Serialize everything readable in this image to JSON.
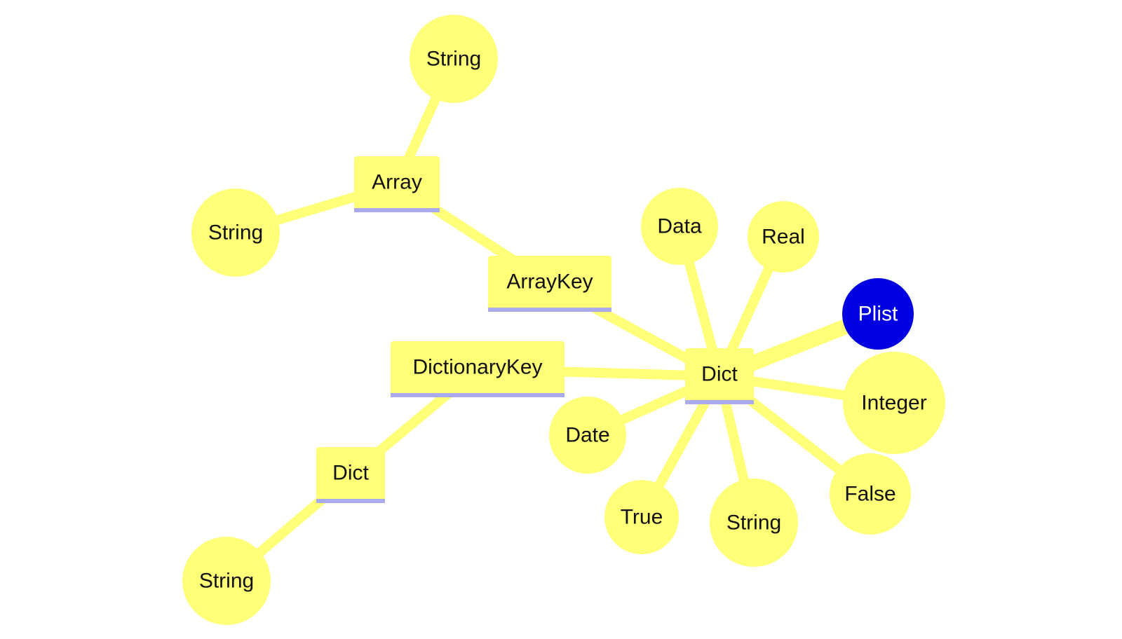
{
  "colors": {
    "node_fill": "#ffff78",
    "edge": "#ffff78",
    "underline": "#aaaaee",
    "root_fill": "#0000e0",
    "root_text": "#ffffff",
    "text": "#111111"
  },
  "nodes": [
    {
      "id": "plist",
      "label": "Plist",
      "shape": "circle",
      "root": true
    },
    {
      "id": "dict-main",
      "label": "Dict",
      "shape": "rect"
    },
    {
      "id": "data",
      "label": "Data",
      "shape": "circle"
    },
    {
      "id": "real",
      "label": "Real",
      "shape": "circle"
    },
    {
      "id": "integer",
      "label": "Integer",
      "shape": "circle"
    },
    {
      "id": "false",
      "label": "False",
      "shape": "circle"
    },
    {
      "id": "string-dict",
      "label": "String",
      "shape": "circle"
    },
    {
      "id": "true",
      "label": "True",
      "shape": "circle"
    },
    {
      "id": "date",
      "label": "Date",
      "shape": "circle"
    },
    {
      "id": "dictionarykey",
      "label": "DictionaryKey",
      "shape": "rect"
    },
    {
      "id": "dict-sub",
      "label": "Dict",
      "shape": "rect"
    },
    {
      "id": "string-sub",
      "label": "String",
      "shape": "circle"
    },
    {
      "id": "arraykey",
      "label": "ArrayKey",
      "shape": "rect"
    },
    {
      "id": "array",
      "label": "Array",
      "shape": "rect"
    },
    {
      "id": "string-array-top",
      "label": "String",
      "shape": "circle"
    },
    {
      "id": "string-array-left",
      "label": "String",
      "shape": "circle"
    }
  ],
  "edges": [
    {
      "from": "plist",
      "to": "dict-main"
    },
    {
      "from": "dict-main",
      "to": "data"
    },
    {
      "from": "dict-main",
      "to": "real"
    },
    {
      "from": "dict-main",
      "to": "integer"
    },
    {
      "from": "dict-main",
      "to": "false"
    },
    {
      "from": "dict-main",
      "to": "string-dict"
    },
    {
      "from": "dict-main",
      "to": "true"
    },
    {
      "from": "dict-main",
      "to": "date"
    },
    {
      "from": "dict-main",
      "to": "dictionarykey"
    },
    {
      "from": "dict-main",
      "to": "arraykey"
    },
    {
      "from": "dictionarykey",
      "to": "dict-sub"
    },
    {
      "from": "dict-sub",
      "to": "string-sub"
    },
    {
      "from": "arraykey",
      "to": "array"
    },
    {
      "from": "array",
      "to": "string-array-top"
    },
    {
      "from": "array",
      "to": "string-array-left"
    }
  ]
}
